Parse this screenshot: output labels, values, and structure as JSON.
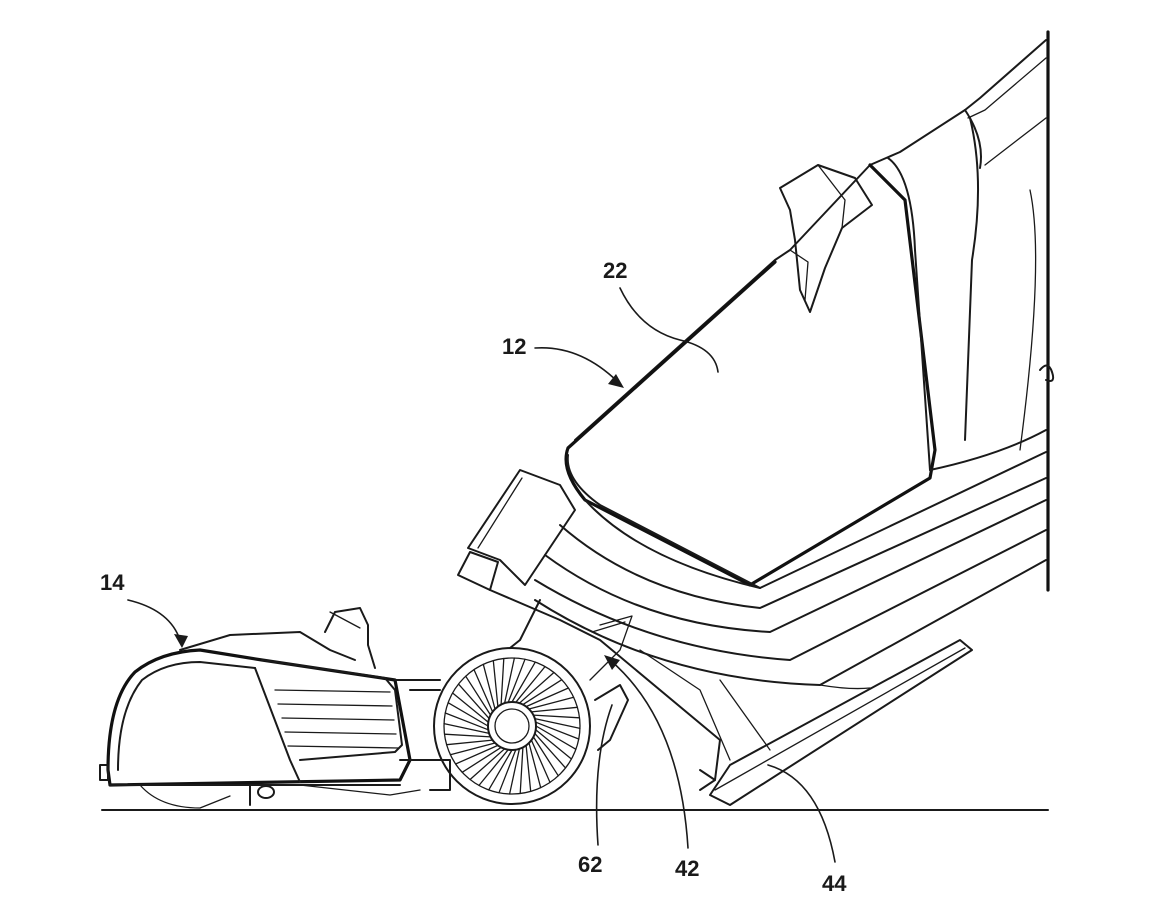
{
  "reference_numerals": {
    "n12": "12",
    "n14": "14",
    "n22": "22",
    "n42": "42",
    "n44": "44",
    "n62": "62"
  }
}
